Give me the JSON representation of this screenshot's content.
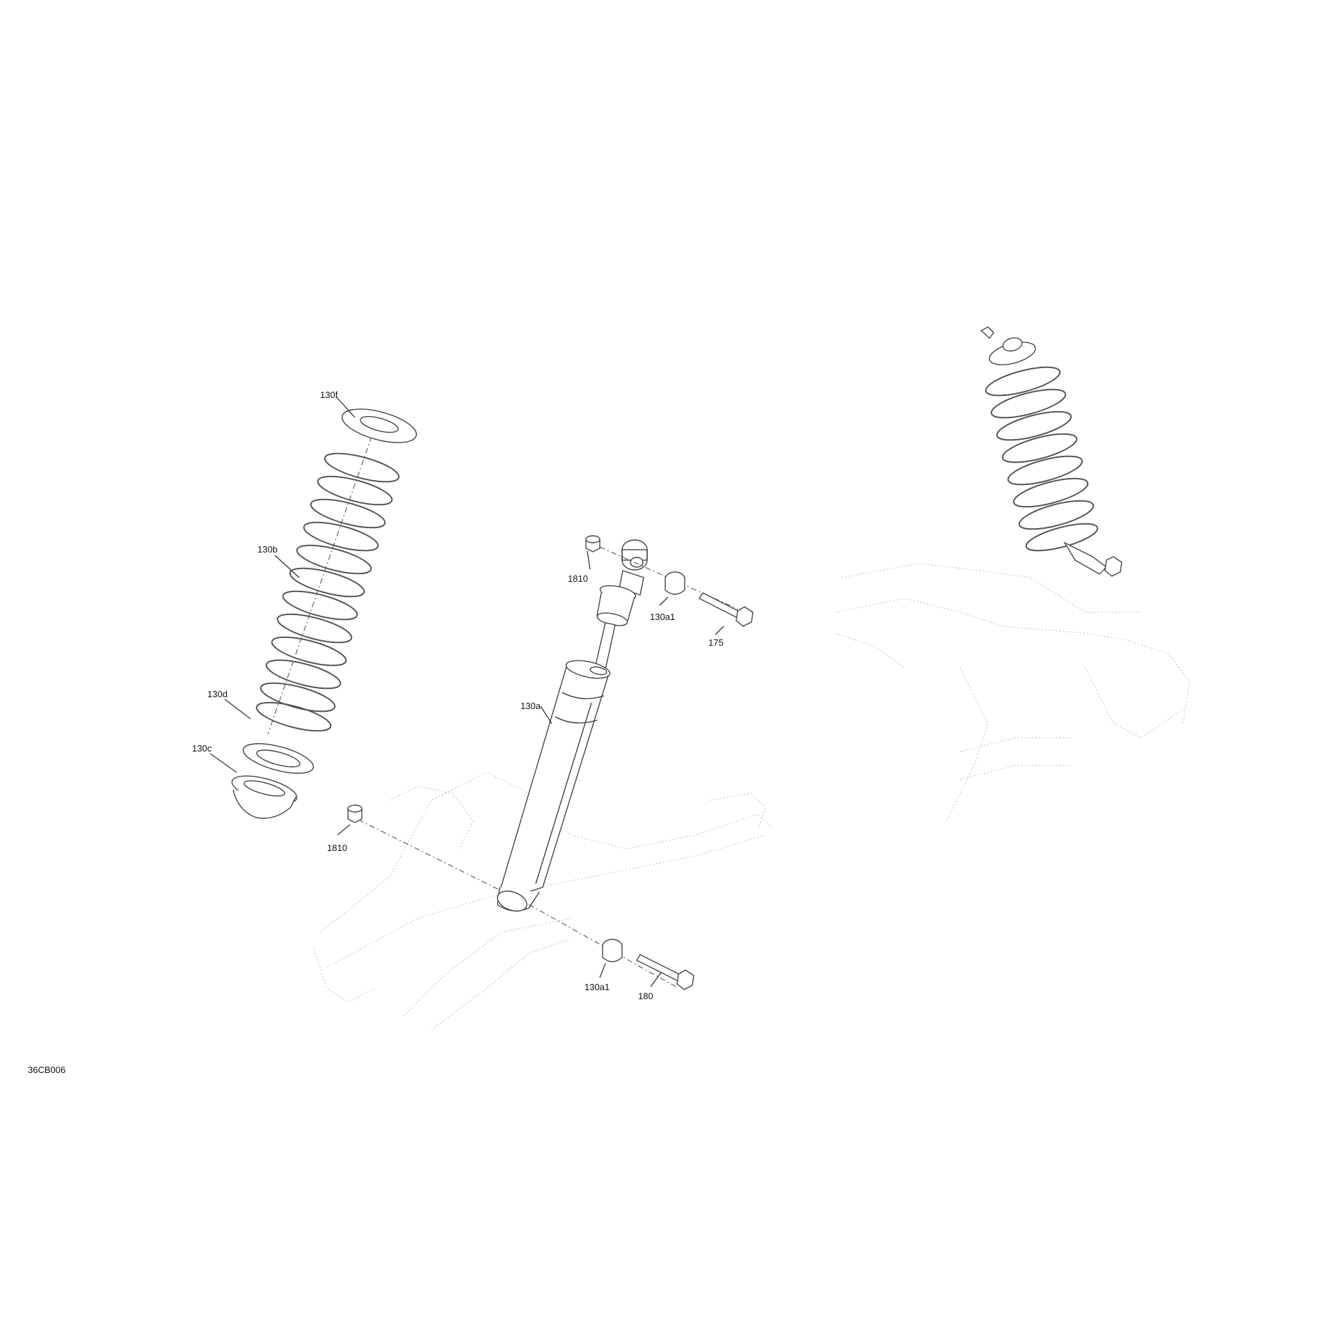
{
  "drawing": {
    "reference_code": "36CB006",
    "callouts": [
      {
        "id": "130f",
        "text": "130f"
      },
      {
        "id": "130b",
        "text": "130b"
      },
      {
        "id": "130d",
        "text": "130d"
      },
      {
        "id": "130c",
        "text": "130c"
      },
      {
        "id": "1810-top",
        "text": "1810"
      },
      {
        "id": "1810-bottom",
        "text": "1810"
      },
      {
        "id": "130a1-top",
        "text": "130a1"
      },
      {
        "id": "175",
        "text": "175"
      },
      {
        "id": "130a",
        "text": "130a"
      },
      {
        "id": "130a1-bottom",
        "text": "130a1"
      },
      {
        "id": "180",
        "text": "180"
      }
    ]
  }
}
